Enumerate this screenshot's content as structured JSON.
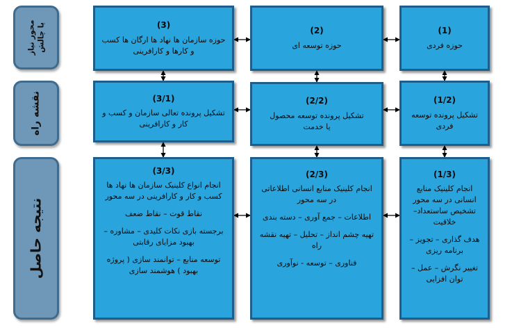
{
  "row_labels": {
    "row1": {
      "line1": "محور نیاز",
      "line2": "یا چالش"
    },
    "row2": "نقشه راه",
    "row3": "نتیجه حاصل"
  },
  "row1": {
    "col1": {
      "num": "(1)",
      "text": "حوزه فردی"
    },
    "col2": {
      "num": "(2)",
      "text": "حوزه توسعه ای"
    },
    "col3": {
      "num": "(3)",
      "text": "حوزه سازمان ها نهاد ها ارگان ها کسب و کارها و کارافرینی"
    }
  },
  "row2": {
    "col1": {
      "num": "(1/2)",
      "text": "تشکیل پرونده توسعه فردی"
    },
    "col2": {
      "num": "(2/2)",
      "text": "تشکیل پرونده توسعه محصول یا خدمت"
    },
    "col3": {
      "num": "(3/1)",
      "text": "تشکیل پرونده تعالی سازمان و کسب و کار و کارافرینی"
    }
  },
  "row3": {
    "col1": {
      "num": "(1/3)",
      "items": [
        "انجام کلینیک منابع انسانی در سه محور تشخیص ساستعداد– خلاقیت",
        "هدف گذاری – تجویز – برنامه ریزی",
        "تغییر نگرش – عمل – توان افزایی"
      ]
    },
    "col2": {
      "num": "(2/3)",
      "items": [
        "انجام کلینیک منابع انسانی اطلاعاتی در سه محور",
        "اطلاعات – جمع آوری – دسته بندی",
        "تهیه چشم انداز – تحلیل – تهیه نقشه راه",
        "فناوری – توسعه - نوآوری"
      ]
    },
    "col3": {
      "num": "(3/3)",
      "items": [
        "انجام انواع کلینیک سازمان ها نهاد ها کسب و کار و کارافرینی در سه محور",
        "نقاط قوت – نقاط ضعف",
        "برجسته بازی نکات کلیدی – مشاوره – بهبود مزایای رقابتی",
        "توسعه منابع – توانمند سازی ( پروژه بهبود ) هوشمند سازی"
      ]
    }
  },
  "colors": {
    "box_fill": "#2aa4dc",
    "box_border": "#1d5f8c",
    "label_fill": "#6f98b8",
    "label_border": "#3e6b8e"
  }
}
